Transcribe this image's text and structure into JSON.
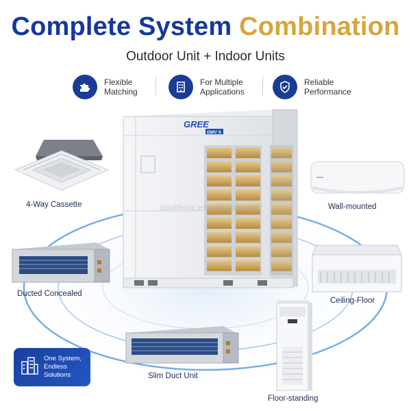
{
  "header": {
    "title_part1": "Complete System",
    "title_part2": "Combination",
    "subtitle": "Outdoor Unit + Indoor Units"
  },
  "features": [
    {
      "icon": "puzzle-icon",
      "line1": "Flexible",
      "line2": "Matching"
    },
    {
      "icon": "building-icon",
      "line1": "For Multiple",
      "line2": "Applications"
    },
    {
      "icon": "shield-check-icon",
      "line1": "Reliable",
      "line2": "Performance"
    }
  ],
  "outdoor_unit": {
    "brand": "GREE",
    "model_badge": "GMV X"
  },
  "indoor_units": {
    "cassette": "4-Way Cassette",
    "wall": "Wall-mounted",
    "ducted": "Ducted Concealed",
    "ceiling_floor": "Ceiling-Floor",
    "slim_duct": "Slim Duct Unit",
    "floor_standing": "Floor-standing"
  },
  "badge": {
    "icon": "city-buildings-icon",
    "line1": "One System,",
    "line2": "Endless Solutions"
  },
  "watermark": "abothvac.en.alibaba.com",
  "colors": {
    "navy": "#16389a",
    "gold": "#d8a53b",
    "ring": "#4a8fe0"
  }
}
